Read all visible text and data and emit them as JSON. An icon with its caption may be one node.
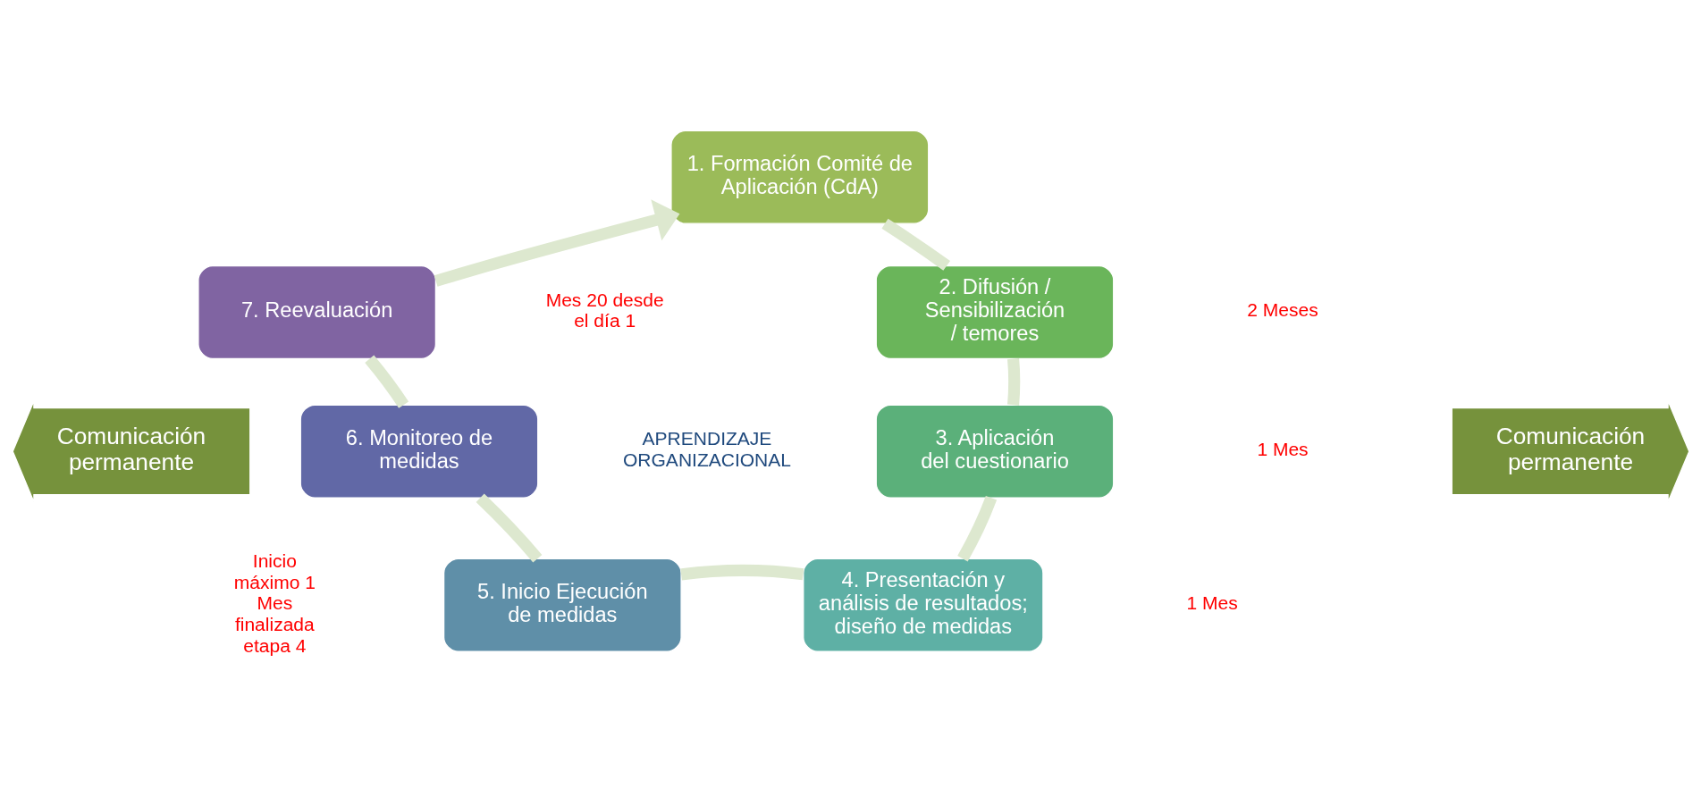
{
  "diagram": {
    "nodes": [
      {
        "text": [
          "1. Formación Comité de Aplicación (CdA)"
        ]
      },
      {
        "text": [
          "2. Difusión / Sensibilización / temores"
        ]
      },
      {
        "text": [
          "3. Aplicación del cuestionario"
        ]
      },
      {
        "text": [
          "4. Presentación y análisis de resultados; diseño de medidas"
        ]
      },
      {
        "text": [
          "5. Inicio Ejecución de medidas"
        ]
      },
      {
        "text": [
          "6. Monitoreo de medidas"
        ]
      },
      {
        "text": [
          "7. Reevaluación"
        ]
      },
      {
        "text": [
          "Comunicación permanente"
        ]
      },
      {
        "text": [
          "Comunicación permanente"
        ]
      }
    ],
    "edges": [
      {
        "from": 0,
        "to": 1,
        "arrow": "none"
      },
      {
        "from": 1,
        "to": 2,
        "arrow": "none"
      },
      {
        "from": 2,
        "to": 3,
        "arrow": "none"
      },
      {
        "from": 3,
        "to": 4,
        "arrow": "none"
      },
      {
        "from": 4,
        "to": 5,
        "arrow": "none"
      },
      {
        "from": 5,
        "to": 6,
        "arrow": "none"
      },
      {
        "from": 6,
        "to": 0,
        "arrow": "to"
      }
    ],
    "labels": [
      "2 Meses",
      "Mes 20 desde el día 1",
      "APRENDIZAJE ORGANIZACIONAL",
      "1 Mes",
      "1 Mes",
      "Inicio máximo 1 Mes finalizada etapa 4"
    ]
  }
}
